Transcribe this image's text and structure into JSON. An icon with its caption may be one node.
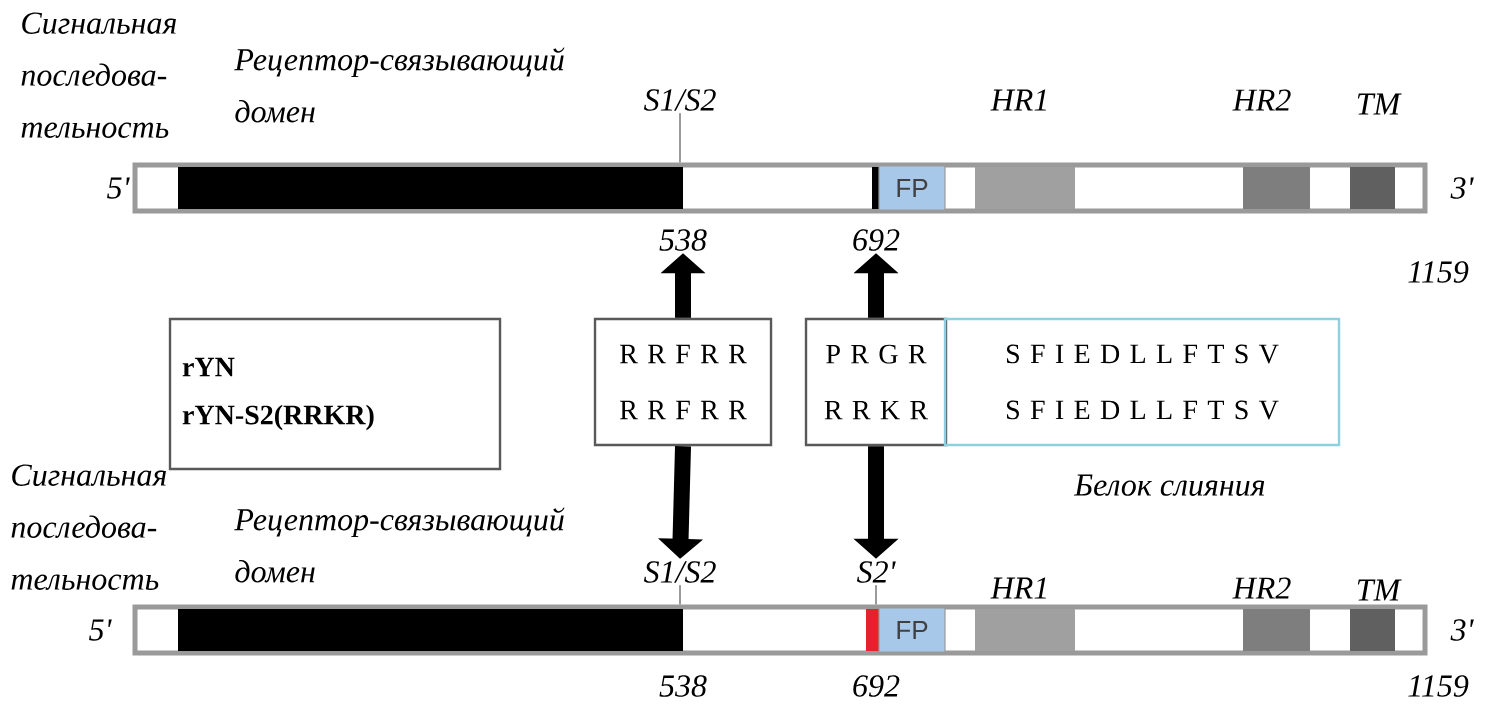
{
  "diagram": {
    "nodes": [
      {
        "text": [
          "S1/S2"
        ]
      },
      {
        "text": [],
        "shape": "bar"
      },
      {
        "text": [
          "FP"
        ],
        "in": 1
      },
      {
        "text": [
          "538"
        ]
      },
      {
        "text": [
          "692"
        ]
      },
      {
        "text": [
          "rYN",
          "rYN-S2(RRKR)"
        ]
      },
      {
        "text": [
          "R R F R R",
          "R R F R R"
        ]
      },
      {
        "text": [
          "P R G R",
          "R R K R"
        ]
      },
      {
        "text": [
          "S F I E D L L F T S V",
          "S F I E D L L F T S V"
        ],
        "beside": [
          "Белок слияния"
        ]
      },
      {
        "text": [
          "S1/S2"
        ]
      },
      {
        "text": [
          "S2'"
        ]
      },
      {
        "text": [],
        "shape": "bar"
      },
      {
        "text": [
          "FP"
        ],
        "in": 11
      }
    ],
    "edges": [
      {
        "from": 0,
        "to": 1,
        "arrow": "none",
        "color": "#9a9a9a"
      },
      {
        "from": 6,
        "to": 3,
        "arrow": "to"
      },
      {
        "from": 7,
        "to": 4,
        "arrow": "to"
      },
      {
        "from": 6,
        "to": 9,
        "arrow": "to"
      },
      {
        "from": 7,
        "to": 10,
        "arrow": "to"
      },
      {
        "from": 9,
        "to": 11,
        "arrow": "none",
        "color": "#9a9a9a"
      },
      {
        "from": 10,
        "to": 11,
        "arrow": "none",
        "color": "#9a9a9a"
      }
    ],
    "labels": [
      "Сигнальная последова-тельность",
      "Рецептор-связывающий домен",
      "HR1",
      "HR2",
      "TM",
      "5'",
      "3'",
      "1159",
      "Сигнальная последова-тельность",
      "Рецептор-связывающий домен",
      "HR1",
      "HR2",
      "TM",
      "5'",
      "3'",
      "538",
      "692",
      "1159"
    ]
  }
}
